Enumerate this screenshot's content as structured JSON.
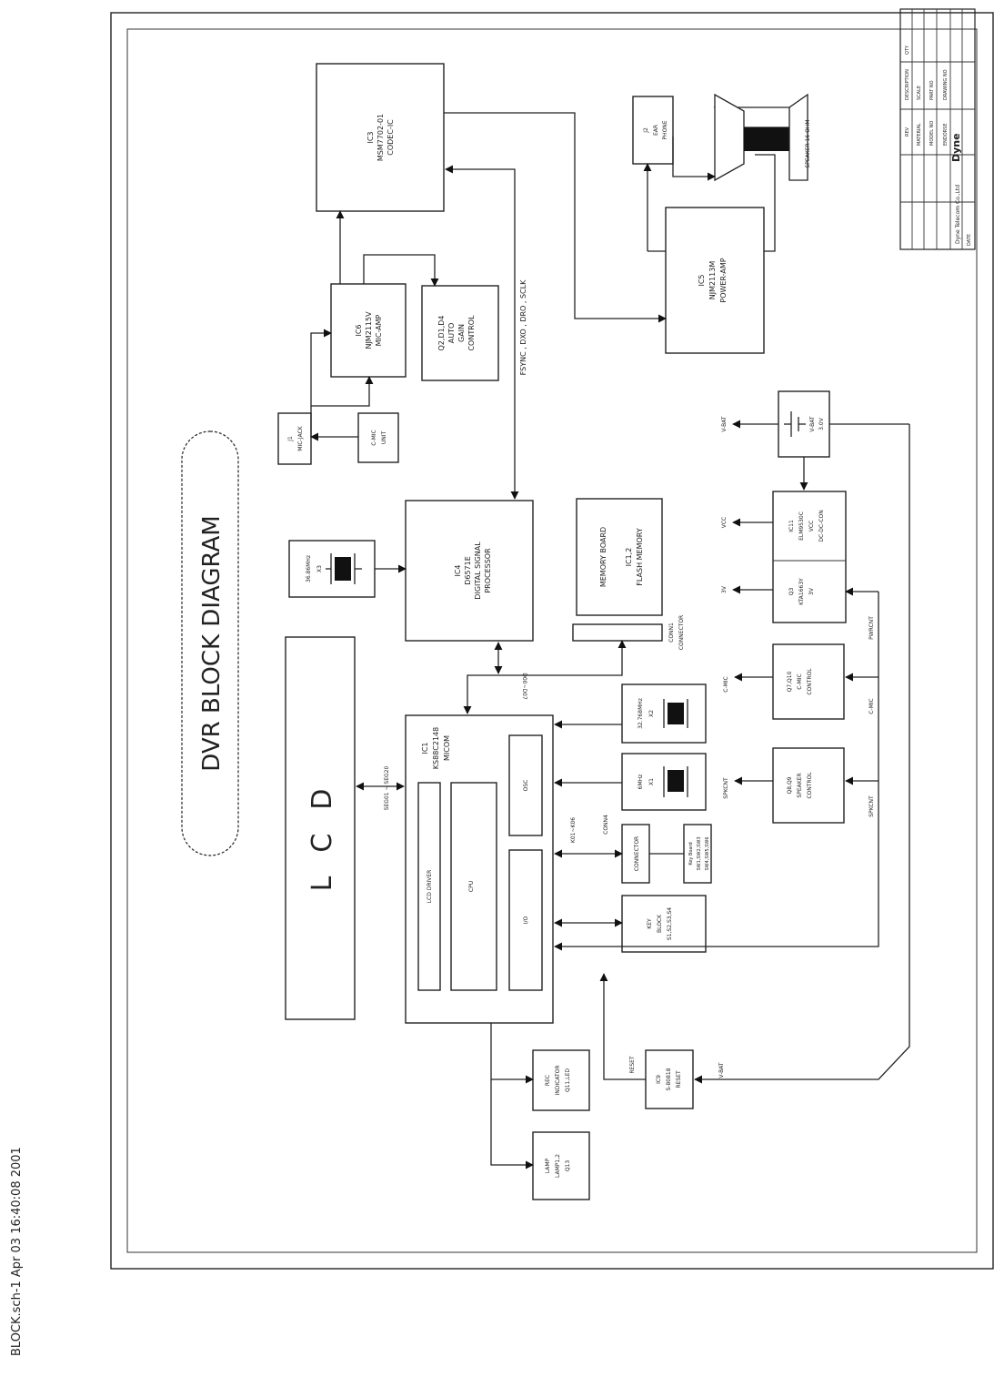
{
  "title": "DVR BLOCK DIAGRAM",
  "stamp": "BLOCK.sch-1   Apr 03 16:40:08 2001",
  "title_block": {
    "rev": "REV",
    "description": "DESCRIPTION",
    "qty": "QTY",
    "scale": "SCALE",
    "material": "MATERIAL",
    "model_no": "MODEL NO",
    "part_no": "PART NO",
    "endorse": "ENDORSE",
    "drawing_no": "DRAWING NO",
    "company_short": "Dyne",
    "company": "Dyne Telecom Co.,Ltd",
    "date": "DATE"
  },
  "blocks": {
    "lcd": "LCD",
    "ic3": {
      "ref": "IC3",
      "part": "MSM7702-01",
      "function": "CODEC-IC"
    },
    "ic6": {
      "ref": "IC6",
      "part": "NJM2115V",
      "function": "MIC-AMP"
    },
    "agc": {
      "ref": "Q2,D1,D4",
      "line1": "AUTO",
      "line2": "GAIN",
      "line3": "CONTROL"
    },
    "j1": {
      "ref": "J1",
      "function": "MIC-JACK"
    },
    "cmic_unit": {
      "line1": "C-MIC",
      "line2": "UNIT"
    },
    "x3": {
      "freq": "36.86MHz",
      "ref": "X3"
    },
    "ic4": {
      "ref": "IC4",
      "part": "D6571E",
      "line1": "DIGITAL SIGNAL",
      "line2": "PROCESSOR"
    },
    "memory": {
      "title": "MEMORY BOARD",
      "ref": "IC1,2",
      "function": "FLASH MEMORY"
    },
    "conn1": {
      "ref": "CONN1",
      "label": "CONNECTOR"
    },
    "ic1": {
      "ref": "IC1",
      "part": "KS88C2148",
      "function": "MICOM",
      "lcd_driver": "LCD DRIVER",
      "cpu": "CPU",
      "osc": "OSC",
      "io": "I/O"
    },
    "x2": {
      "freq": "32.768MHz",
      "ref": "X2"
    },
    "x1": {
      "freq": "6MHz",
      "ref": "X1"
    },
    "connector": "CONNECTOR",
    "keyboard": {
      "title": "Key Board",
      "line1": "SW1,SW2,SW3",
      "line2": "SW4,SW5,SW6"
    },
    "key_block": {
      "line1": "KEY",
      "line2": "BLOCK",
      "line3": "S1,S2,S3,S4"
    },
    "rec": {
      "line1": "REC",
      "line2": "INDICATOR",
      "line3": "Q11,LED"
    },
    "lamp": {
      "line1": "LAMP",
      "line2": "LAMP1,2",
      "line3": "Q13"
    },
    "ic9": {
      "ref": "IC9",
      "part": "S-80818",
      "function": "RESET"
    },
    "j2": {
      "ref": "J2",
      "line1": "EAR",
      "line2": "PHONE"
    },
    "speaker": "SPEAKER 16 OHM",
    "ic5": {
      "ref": "IC5",
      "part": "NJM2113M",
      "function": "POWER-AMP"
    },
    "vbat": {
      "name": "V-BAT",
      "voltage": "3.0V"
    },
    "ic11": {
      "ref": "IC11",
      "part": "ELM9530C",
      "vcc": "VCC",
      "function": "DC-DC-CON"
    },
    "q3": {
      "ref": "Q3",
      "part": "KTA1663Y",
      "voltage": "3V"
    },
    "cmic_ctrl": {
      "ref": "Q7,Q10",
      "line1": "C-MIC",
      "line2": "CONTROL"
    },
    "spk_ctrl": {
      "ref": "Q8,Q9",
      "line1": "SPEAKER",
      "line2": "CONTROL"
    }
  },
  "signals": {
    "codec_bus": "FSYNC , DXO , DRO , SCLK",
    "seg": "SEG01 ~ SEG20",
    "data": "D00~D07",
    "key": "K01~K06",
    "conn4": "CONN4",
    "reset": "RESET",
    "vbat": "V-BAT",
    "vcc": "VCC",
    "v3": "3V",
    "cmic": "C-MIC",
    "spkcnt": "SPKCNT",
    "pwrcnt": "PWRCNT"
  }
}
